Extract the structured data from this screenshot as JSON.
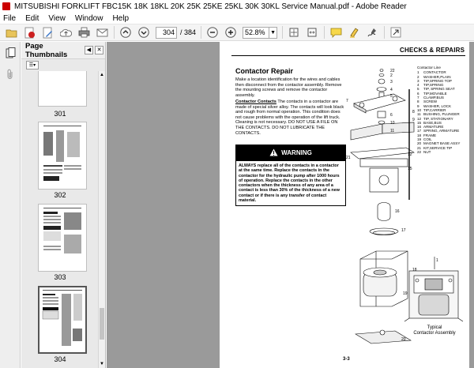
{
  "window": {
    "title": "MITSUBISHI FORKLIFT FBC15K 18K 18KL 20K 25K 25KE 25KL 30K 30KL Service Manual.pdf - Adobe Reader"
  },
  "menu": [
    "File",
    "Edit",
    "View",
    "Window",
    "Help"
  ],
  "toolbar": {
    "page_current": "304",
    "page_total": "/ 384",
    "zoom": "52.8%"
  },
  "thumbnails_panel": {
    "title": "Page Thumbnails",
    "pages": [
      "301",
      "302",
      "303",
      "304"
    ],
    "selected": "304"
  },
  "document": {
    "section_header": "CHECKS & REPAIRS",
    "heading": "Contactor Repair",
    "paragraph1": "Make a location identification for the wires and cables then disconnect from the contactor assembly. Remove the mounting screws and remove the contactor assembly.",
    "paragraph2_label": "Contactor Contacts",
    "paragraph2": "The contacts in a contactor are made of special silver alloy. The contacts will look black and rough from normal operation. This condition does not cause problems with the operation of the lift truck. Cleaning is not necessary. DO NOT USE A FILE ON THE CONTACTS. DO NOT LUBRICATE THE CONTACTS.",
    "warning_title": "WARNING",
    "warning_text": "ALWAYS replace all of the contacts in a contactor at the same time. Replace the contacts in the contactor for the hydraulic pump after 1000 hours of operation. Replace the contacts in the other contactors when the thickness of any area of a contact is less than 30% of the thickness of a new contact or if there is any transfer of contact material.",
    "legend_title": "Contactor Line",
    "legend": [
      {
        "n": "1",
        "t": "CONTACTOR"
      },
      {
        "n": "2",
        "t": "WASHER,PLAIN"
      },
      {
        "n": "3",
        "t": "TIP,SPRING TOP"
      },
      {
        "n": "4",
        "t": "TIP,SPRING"
      },
      {
        "n": "5",
        "t": "TIP, SPRING SEAT"
      },
      {
        "n": "6",
        "t": "TIP,MOVABLE"
      },
      {
        "n": "7",
        "t": "CLAMP,BUS"
      },
      {
        "n": "8",
        "t": "SCREW"
      },
      {
        "n": "9",
        "t": "WASHER, LOCK"
      },
      {
        "n": "10",
        "t": "TIP,CARRIER"
      },
      {
        "n": "11",
        "t": "BUSHING, PLUNGER"
      },
      {
        "n": "12",
        "t": "TIP, STATIONARY"
      },
      {
        "n": "15",
        "t": "BASE,BUS"
      },
      {
        "n": "16",
        "t": "ARMATURE"
      },
      {
        "n": "17",
        "t": "SPRING, ARMATURE"
      },
      {
        "n": "18",
        "t": "FRAME"
      },
      {
        "n": "19",
        "t": "COIL"
      },
      {
        "n": "20",
        "t": "MAGNET BASE ASSY"
      },
      {
        "n": "21",
        "t": "KIT,SERVICE TIP"
      },
      {
        "n": "22",
        "t": "NUT"
      }
    ],
    "callouts": [
      "22",
      "2",
      "3",
      "4",
      "5",
      "6",
      "7",
      "8",
      "9",
      "10",
      "11",
      "12",
      "15",
      "16",
      "17",
      "18",
      "19",
      "20",
      "21",
      "1"
    ],
    "caption_line1": "Typical",
    "caption_line2": "Contactor Assembly",
    "page_number": "3-3"
  }
}
